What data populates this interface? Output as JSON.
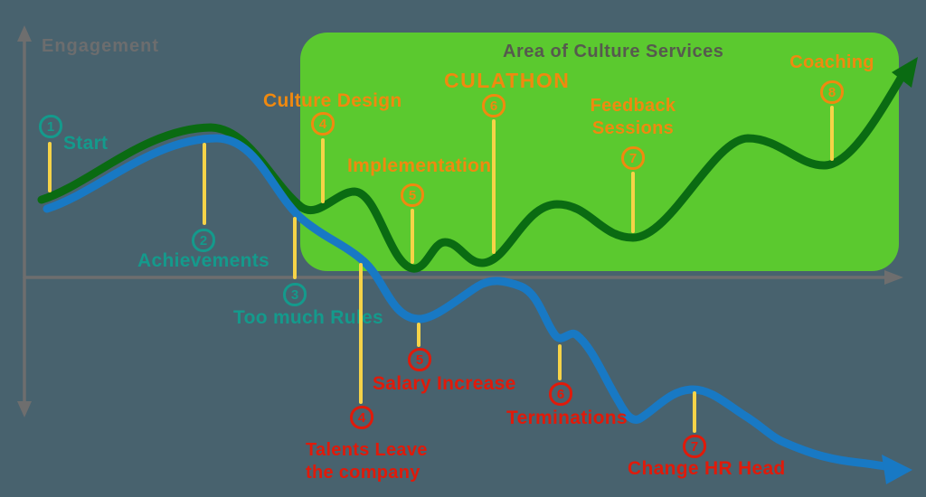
{
  "y_axis_label": "Engagement",
  "area": {
    "label": "Area of Culture Services"
  },
  "colors": {
    "background": "#48626E",
    "area_green": "#5BC92F",
    "curve_green": "#0A6B12",
    "curve_blue": "#1879C4",
    "marker_teal": "#149A8C",
    "marker_orange": "#F0890F",
    "marker_red": "#E01A0A",
    "line_yellow": "#F6D348",
    "axis_gray": "#6E6E6E",
    "area_label_gray": "#565A4E"
  },
  "markers": {
    "teal": [
      {
        "number": "1",
        "label": "Start"
      },
      {
        "number": "2",
        "label": "Achievements"
      },
      {
        "number": "3",
        "label": "Too much Rules"
      }
    ],
    "orange": [
      {
        "number": "4",
        "label": "Culture Design"
      },
      {
        "number": "5",
        "label": "Implementation"
      },
      {
        "number": "6",
        "label": "CULATHON"
      },
      {
        "number": "7",
        "lines": [
          "Feedback",
          "Sessions"
        ]
      },
      {
        "number": "8",
        "label": "Coaching"
      }
    ],
    "red": [
      {
        "number": "4",
        "lines": [
          "Talents Leave",
          "the company"
        ]
      },
      {
        "number": "5",
        "label": "Salary Increase"
      },
      {
        "number": "6",
        "label": "Terminations"
      },
      {
        "number": "7",
        "label": "Change HR Head"
      }
    ]
  }
}
